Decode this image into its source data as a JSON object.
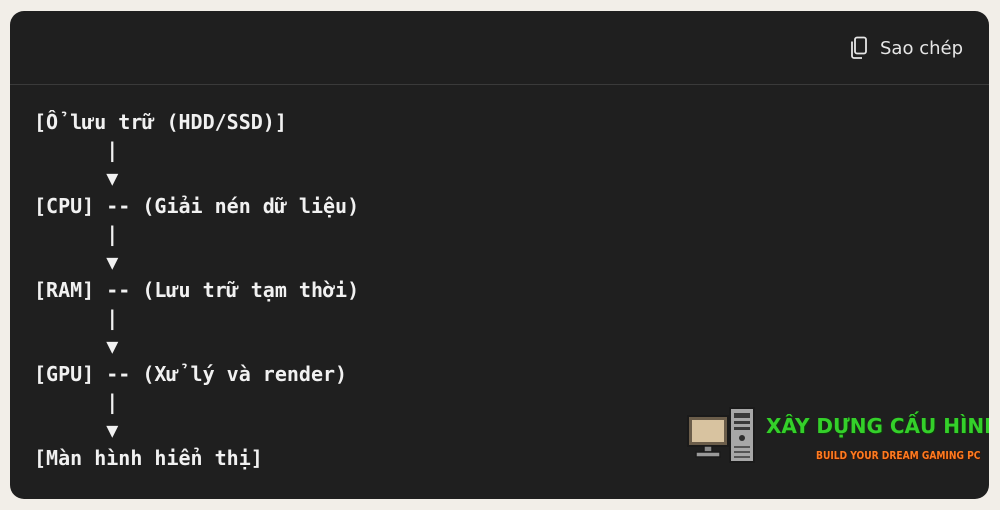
{
  "header": {
    "copy_label": "Sao chép"
  },
  "code": {
    "lines": [
      "[Ổ lưu trữ (HDD/SSD)]",
      "      |",
      "      ▼",
      "[CPU] -- (Giải nén dữ liệu)",
      "      |",
      "      ▼",
      "[RAM] -- (Lưu trữ tạm thời)",
      "      |",
      "      ▼",
      "[GPU] -- (Xử lý và render)",
      "      |",
      "      ▼",
      "[Màn hình hiển thị]"
    ]
  },
  "watermark": {
    "title": "XÂY DỰNG CẤU HÌNH",
    "subtitle": "BUILD YOUR DREAM GAMING PC"
  },
  "icons": {
    "copy": "copy-icon",
    "logo": "computer-logo-icon"
  },
  "colors": {
    "card_background": "#1f1f1f",
    "code_text": "#f1f1f1",
    "watermark_green": "#34d02a",
    "watermark_orange": "#ff7a1f"
  }
}
